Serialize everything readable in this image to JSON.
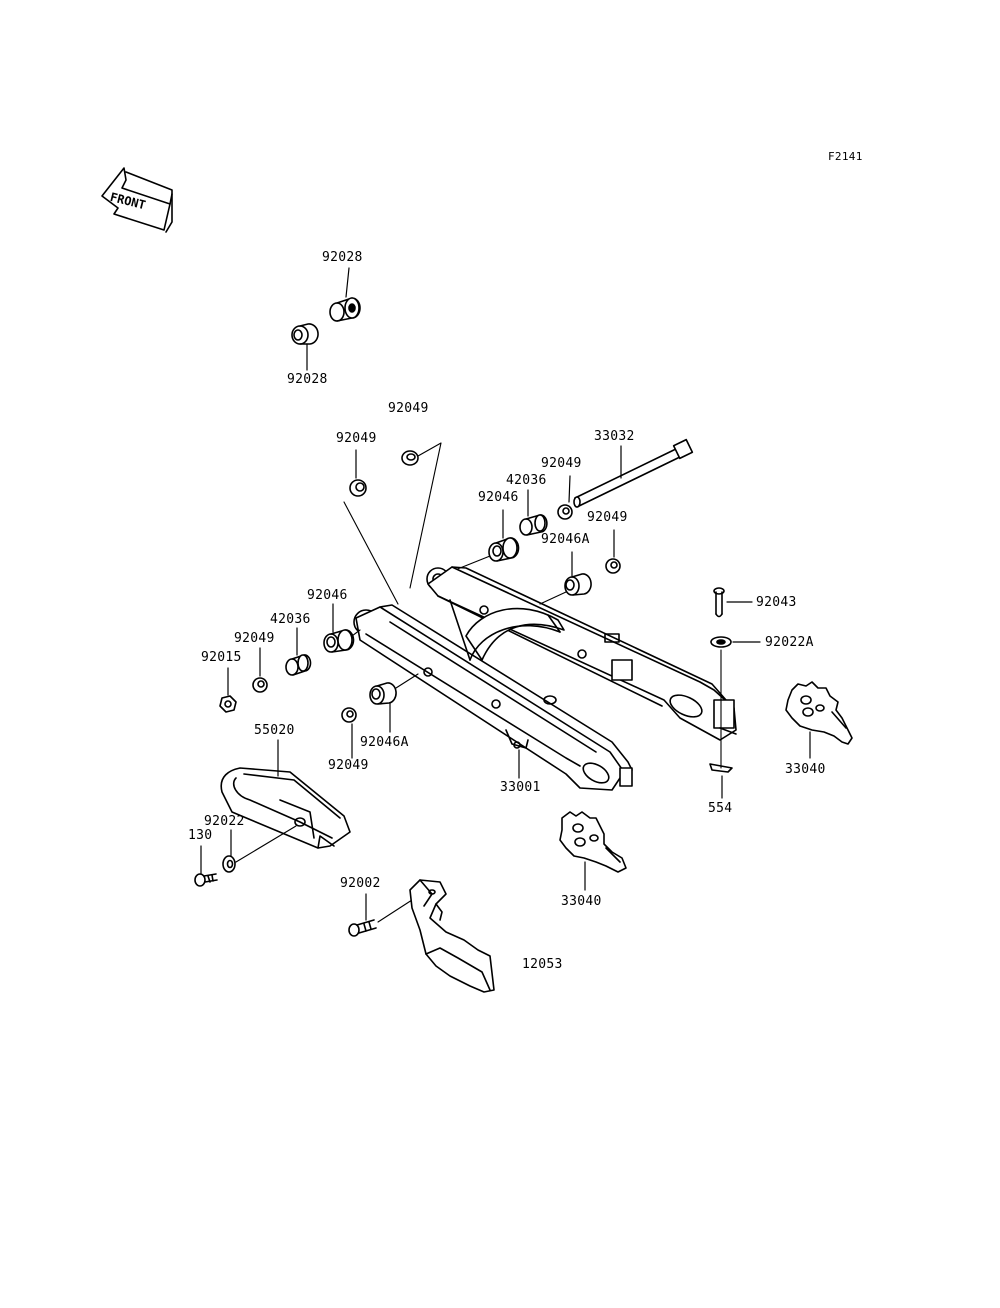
{
  "diagram": {
    "code": "F2141",
    "front_label": "FRONT",
    "labels": {
      "p92028_top": "92028",
      "p92028_bot": "92028",
      "p92049_a": "92049",
      "p92049_b": "92049",
      "p33032": "33032",
      "p92049_c": "92049",
      "p42036_a": "42036",
      "p92046_a": "92046",
      "p92049_d": "92049",
      "p92046A_a": "92046A",
      "p92043": "92043",
      "p92022A": "92022A",
      "p92046_b": "92046",
      "p42036_b": "42036",
      "p92049_e": "92049",
      "p92015": "92015",
      "p55020": "55020",
      "p92046A_b": "92046A",
      "p92049_f": "92049",
      "p33001": "33001",
      "p33040_a": "33040",
      "p554": "554",
      "p92022": "92022",
      "p130": "130",
      "p33040_b": "33040",
      "p92002": "92002",
      "p12053": "12053"
    }
  }
}
